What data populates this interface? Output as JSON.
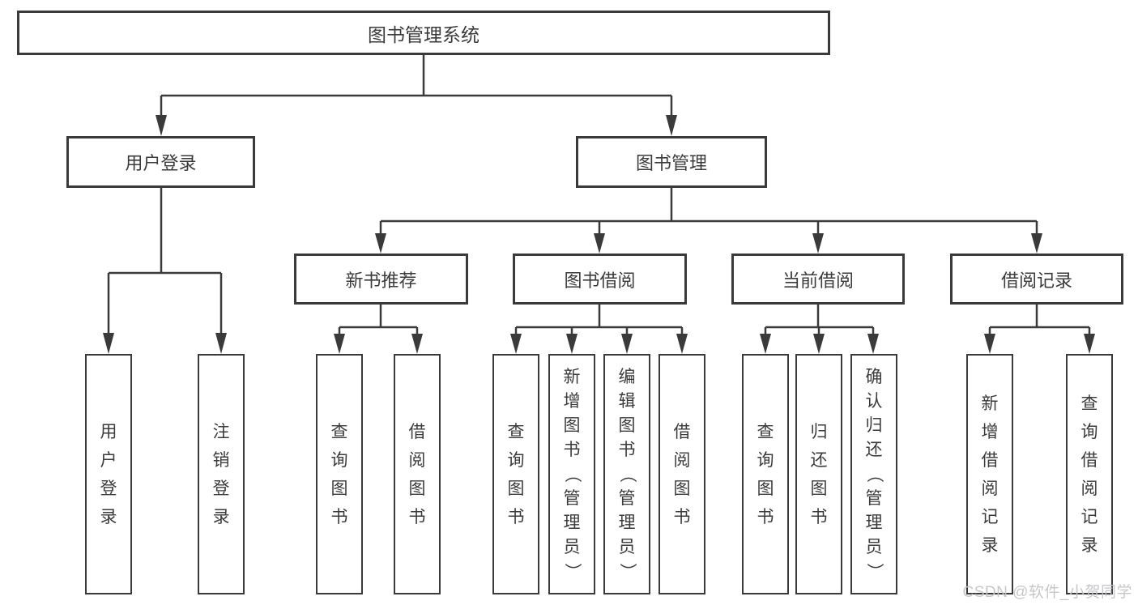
{
  "diagram": {
    "root": {
      "label": "图书管理系统"
    },
    "modules": [
      {
        "label": "用户登录",
        "children": [
          {
            "label": "用户登录"
          },
          {
            "label": "注销登录"
          }
        ]
      },
      {
        "label": "图书管理",
        "sections": [
          {
            "label": "新书推荐",
            "children": [
              {
                "label": "查询图书"
              },
              {
                "label": "借阅图书"
              }
            ]
          },
          {
            "label": "图书借阅",
            "children": [
              {
                "label": "查询图书"
              },
              {
                "label": "新增图书（管理员）"
              },
              {
                "label": "编辑图书（管理员）"
              },
              {
                "label": "借阅图书"
              }
            ]
          },
          {
            "label": "当前借阅",
            "children": [
              {
                "label": "查询图书"
              },
              {
                "label": "归还图书"
              },
              {
                "label": "确认归还（管理员）"
              }
            ]
          },
          {
            "label": "借阅记录",
            "children": [
              {
                "label": "新增借阅记录"
              },
              {
                "label": "查询借阅记录"
              }
            ]
          }
        ]
      }
    ]
  },
  "watermark": {
    "text": "CSDN @软件_小贺同学"
  },
  "colors": {
    "line": "#3a3a3a",
    "text": "#3b3b3b",
    "background": "#ffffff",
    "watermark": "#c4c5c9"
  }
}
